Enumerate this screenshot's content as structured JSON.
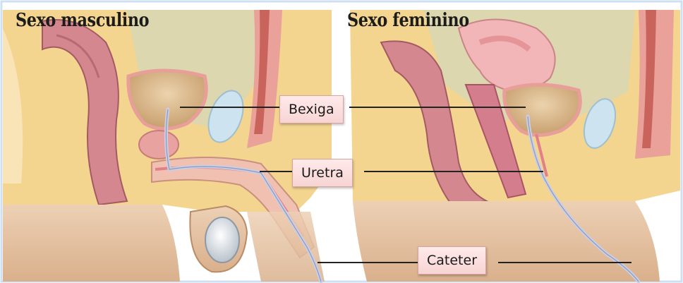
{
  "titles": {
    "male": "Sexo masculino",
    "female": "Sexo feminino"
  },
  "labels": {
    "bladder": "Bexiga",
    "urethra": "Uretra",
    "catheter": "Cateter"
  },
  "colors": {
    "border": "#cfe0f2",
    "fat": "#f4d58e",
    "skin": "#e8c5a6",
    "rectum": "#d4878f",
    "bladder_fill": "#e3c498",
    "uterus": "#f2b6b8",
    "catheter": "#c9cfe6",
    "cavity": "#e0dcb8"
  }
}
